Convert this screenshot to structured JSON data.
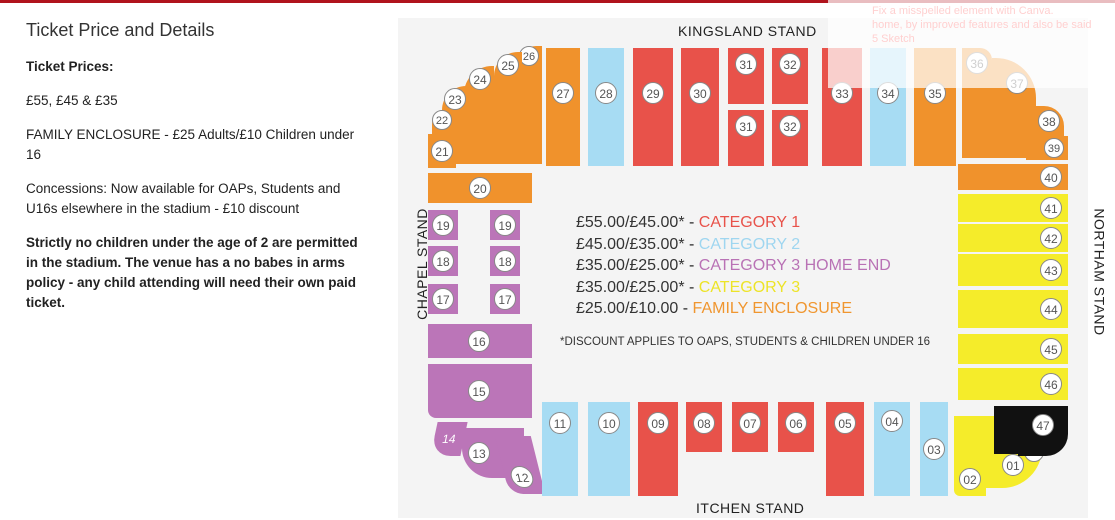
{
  "details": {
    "heading": "Ticket Price and Details",
    "prices_label": "Ticket Prices:",
    "prices": "£55, £45 & £35",
    "family": "FAMILY ENCLOSURE - £25 Adults/£10 Children under 16",
    "concessions": "Concessions: Now available for OAPs, Students and U16s elsewhere in the stadium - £10 discount",
    "children_policy": "Strictly no children under the age of 2 are permitted in the stadium. The venue has a no babes in arms policy - any child attending will need their own paid ticket."
  },
  "stadium": {
    "stands": {
      "north": "KINGSLAND STAND",
      "south": "ITCHEN STAND",
      "west": "CHAPEL STAND",
      "east": "NORTHAM STAND"
    },
    "legend": [
      {
        "price": "£55.00/£45.00*",
        "sep": " - ",
        "category": "CATEGORY 1",
        "color": "#e8524a"
      },
      {
        "price": "£45.00/£35.00*",
        "sep": " - ",
        "category": "CATEGORY 2",
        "color": "#9fd6f0"
      },
      {
        "price": "£35.00/£25.00*",
        "sep": " - ",
        "category": "CATEGORY 3 HOME END",
        "color": "#b972b5"
      },
      {
        "price": "£35.00/£25.00*",
        "sep": " - ",
        "category": "CATEGORY 3",
        "color": "#ede428"
      },
      {
        "price": "£25.00/£10.00",
        "sep": " - ",
        "category": "FAMILY ENCLOSURE",
        "color": "#f0962f"
      }
    ],
    "discount_note": "*DISCOUNT APPLIES TO OAPS, STUDENTS & CHILDREN UNDER 16",
    "colors": {
      "cat1": "#e8524a",
      "cat2": "#a7dcf3",
      "home": "#bb75b8",
      "cat3": "#f5ec2a",
      "family": "#f0922c",
      "away": "#111111"
    },
    "block_numbers": [
      "01",
      "02",
      "03",
      "04",
      "05",
      "06",
      "07",
      "08",
      "09",
      "10",
      "11",
      "12",
      "13",
      "14",
      "15",
      "16",
      "17",
      "18",
      "19",
      "20",
      "21",
      "22",
      "23",
      "24",
      "25",
      "26",
      "27",
      "28",
      "29",
      "30",
      "31",
      "32",
      "33",
      "34",
      "35",
      "36",
      "37",
      "38",
      "39",
      "40",
      "41",
      "42",
      "43",
      "44",
      "45",
      "46",
      "47",
      "48"
    ]
  },
  "background_popup": {
    "line1": "Fix a misspelled element with Canva.",
    "line2": "home, by improved features and also be said",
    "line3": "5 Sketch"
  }
}
